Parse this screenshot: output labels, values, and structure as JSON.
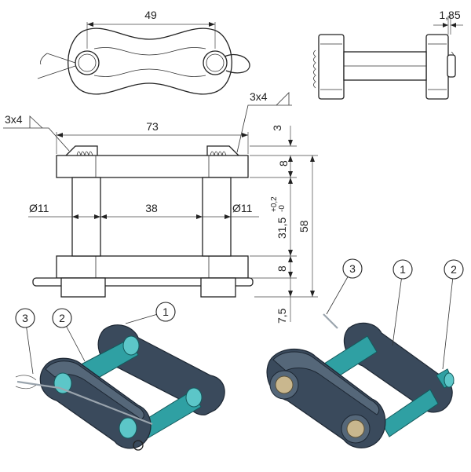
{
  "dimensions": {
    "top_length": "49",
    "offset": "1,85",
    "overall_width": "73",
    "pin_diameter_left": "Ø11",
    "inner_width": "38",
    "pin_diameter_right": "Ø11",
    "plate_thickness_top": "8",
    "plate_thickness_bottom": "8",
    "gap": "3",
    "inner_height_main": "31,5",
    "inner_height_tol_upper": "+0,2",
    "inner_height_tol_lower": "-0",
    "overall_height": "58",
    "bottom_offset": "7,5"
  },
  "welds": {
    "left": "3x4",
    "right": "3x4"
  },
  "callouts": {
    "left_view": [
      "1",
      "2",
      "3"
    ],
    "right_view": [
      "3",
      "1",
      "2"
    ]
  },
  "colors": {
    "link": "#3a4a5c",
    "pin": "#2fa0a3",
    "line": "#222222"
  }
}
